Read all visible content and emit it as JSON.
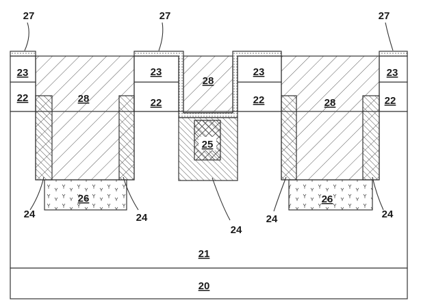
{
  "labels": {
    "l20": "20",
    "l21": "21",
    "l22": "22",
    "l23": "23",
    "l24": "24",
    "l25": "25",
    "l26": "26",
    "l27": "27",
    "l28": "28"
  },
  "colors": {
    "stroke": "#333333",
    "fill": "#ffffff",
    "hatch": "#444444"
  }
}
